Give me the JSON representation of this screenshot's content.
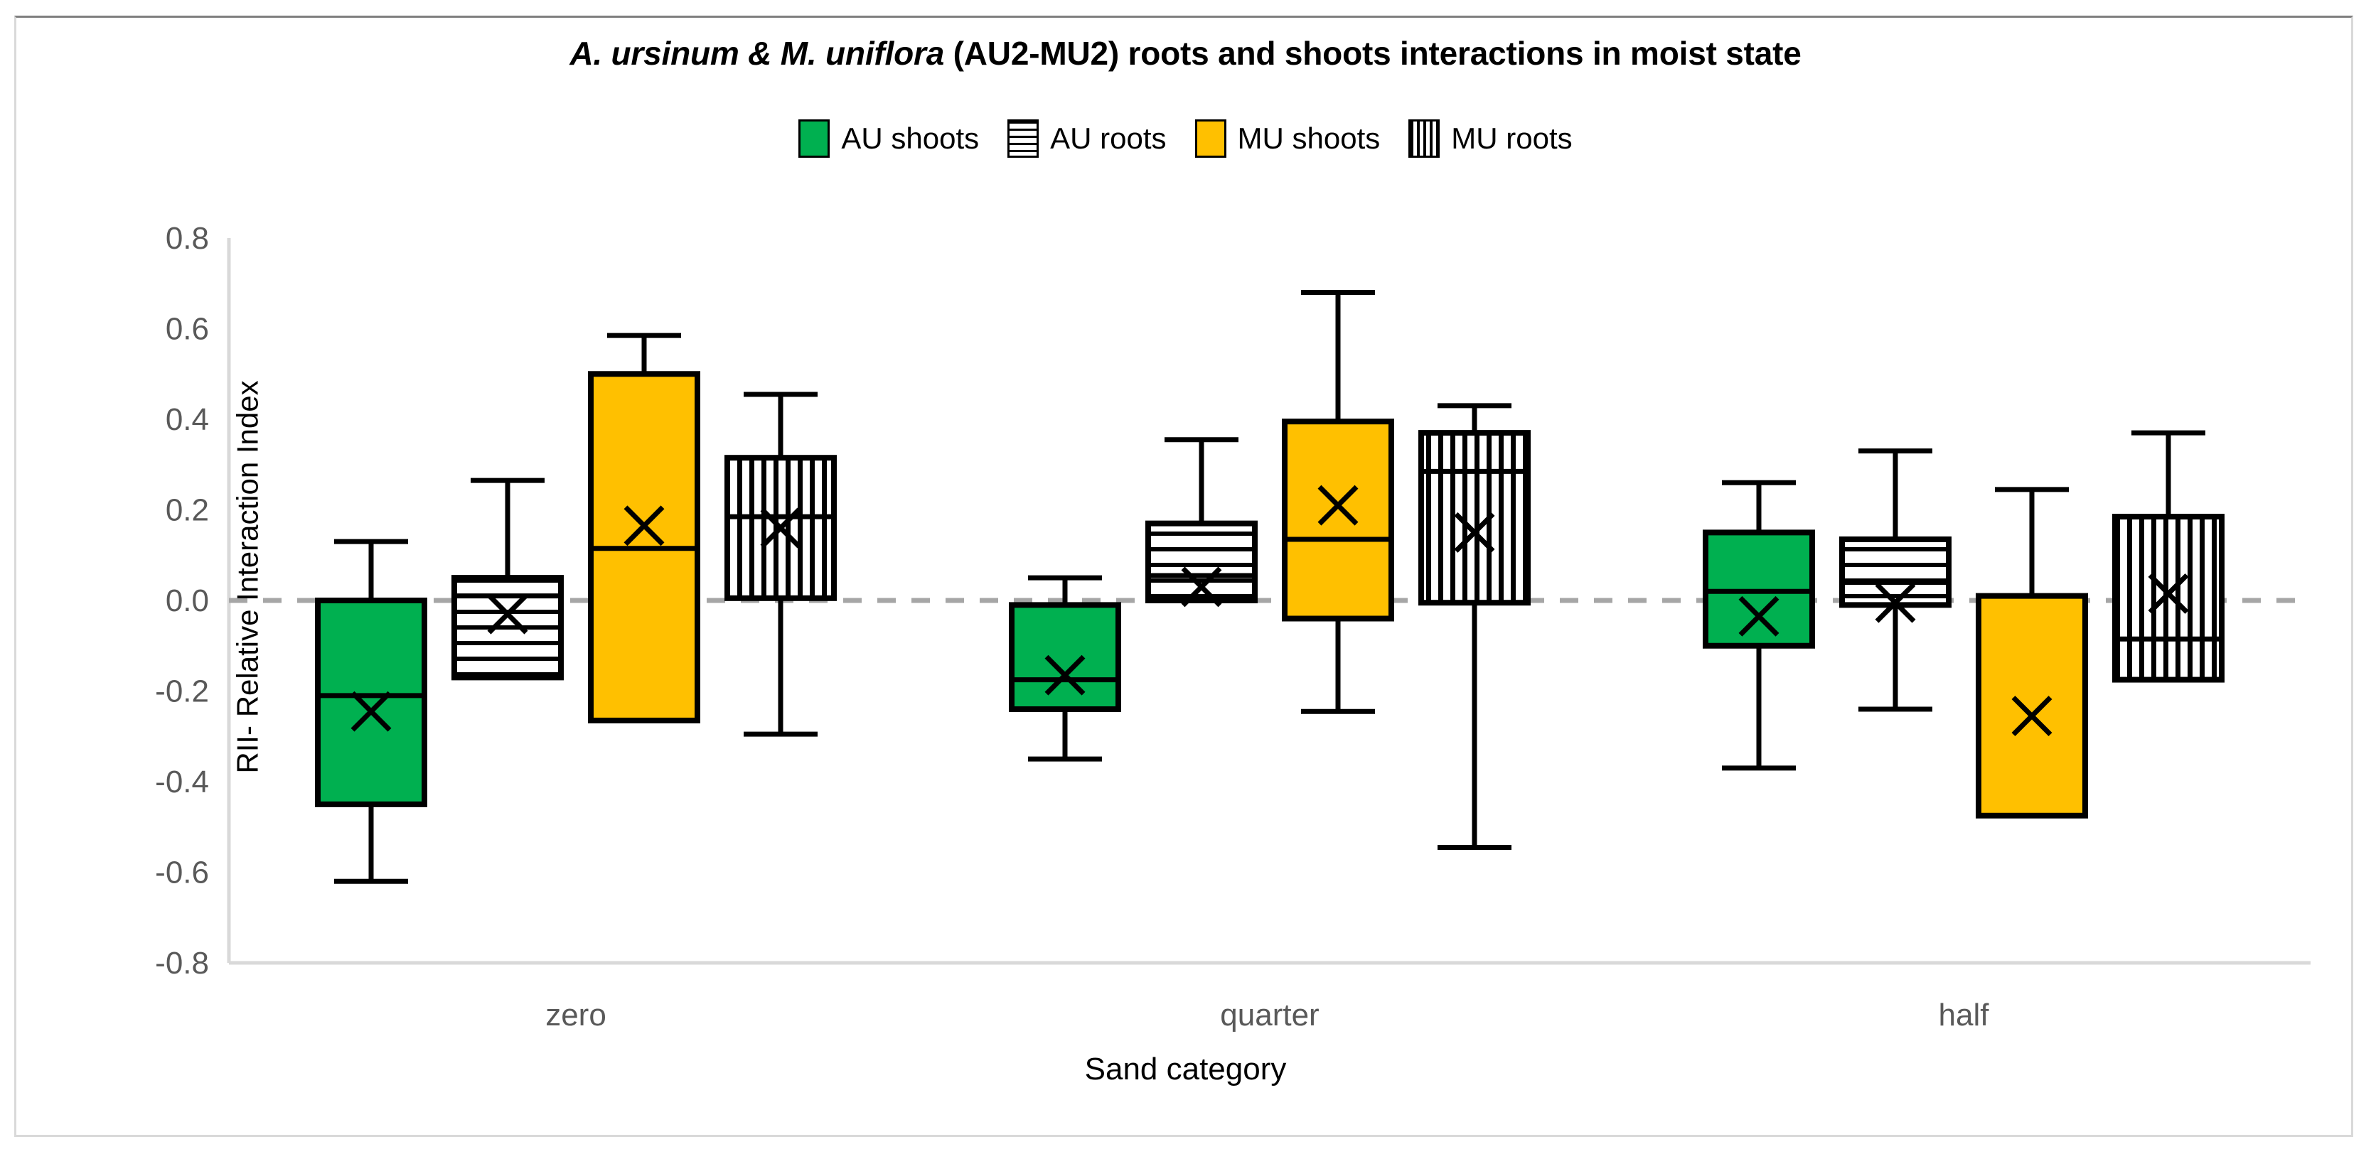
{
  "chart_data": {
    "type": "box",
    "title": "A. ursinum & M. uniflora (AU2-MU2) roots and shoots interactions in moist state",
    "title_italic_part": "A. ursinum & M. uniflora",
    "title_rest_part": " (AU2-MU2) roots and shoots interactions in moist state",
    "xlabel": "Sand category",
    "ylabel": "RII- Relative Interaction Index",
    "categories": [
      "zero",
      "quarter",
      "half"
    ],
    "ylim": [
      -0.8,
      0.8
    ],
    "ytick_labels": [
      "0.8",
      "0.6",
      "0.4",
      "0.2",
      "0.0",
      "-0.2",
      "-0.4",
      "-0.6",
      "-0.8"
    ],
    "ytick_values": [
      0.8,
      0.6,
      0.4,
      0.2,
      0.0,
      -0.2,
      -0.4,
      -0.6,
      -0.8
    ],
    "grid": false,
    "zero_reference_line": 0.0,
    "legend_position": "top",
    "legend": [
      {
        "label": "AU shoots",
        "fill": "#00b050",
        "pattern": "solid"
      },
      {
        "label": "AU roots",
        "fill": "#ffffff",
        "pattern": "horizontal-stripes"
      },
      {
        "label": "MU shoots",
        "fill": "#ffc000",
        "pattern": "solid"
      },
      {
        "label": "MU roots",
        "fill": "#ffffff",
        "pattern": "vertical-stripes"
      }
    ],
    "series": [
      {
        "name": "AU shoots",
        "fill": "#00b050",
        "pattern": "solid",
        "boxes": [
          {
            "category": "zero",
            "whisker_low": -0.62,
            "q1": -0.45,
            "median": -0.21,
            "q3": 0.0,
            "whisker_high": 0.13,
            "mean": -0.245
          },
          {
            "category": "quarter",
            "whisker_low": -0.35,
            "q1": -0.24,
            "median": -0.175,
            "q3": -0.01,
            "whisker_high": 0.05,
            "mean": -0.165
          },
          {
            "category": "half",
            "whisker_low": -0.37,
            "q1": -0.1,
            "median": 0.02,
            "q3": 0.15,
            "whisker_high": 0.26,
            "mean": -0.035
          }
        ]
      },
      {
        "name": "AU roots",
        "fill": "#ffffff",
        "pattern": "horizontal-stripes",
        "boxes": [
          {
            "category": "zero",
            "whisker_low": -0.17,
            "q1": -0.17,
            "median": 0.01,
            "q3": 0.05,
            "whisker_high": 0.265,
            "mean": -0.03
          },
          {
            "category": "quarter",
            "whisker_low": 0.0,
            "q1": 0.0,
            "median": 0.055,
            "q3": 0.17,
            "whisker_high": 0.355,
            "mean": 0.03
          },
          {
            "category": "half",
            "whisker_low": -0.24,
            "q1": -0.01,
            "median": 0.04,
            "q3": 0.135,
            "whisker_high": 0.33,
            "mean": -0.005
          }
        ]
      },
      {
        "name": "MU shoots",
        "fill": "#ffc000",
        "pattern": "solid",
        "boxes": [
          {
            "category": "zero",
            "whisker_low": -0.265,
            "q1": -0.265,
            "median": 0.115,
            "q3": 0.5,
            "whisker_high": 0.585,
            "mean": 0.165
          },
          {
            "category": "quarter",
            "whisker_low": -0.245,
            "q1": -0.04,
            "median": 0.135,
            "q3": 0.395,
            "whisker_high": 0.68,
            "mean": 0.21
          },
          {
            "category": "half",
            "whisker_low": -0.475,
            "q1": -0.475,
            "median": 0.01,
            "q3": 0.01,
            "whisker_high": 0.245,
            "mean": -0.255
          }
        ]
      },
      {
        "name": "MU roots",
        "fill": "#ffffff",
        "pattern": "vertical-stripes",
        "boxes": [
          {
            "category": "zero",
            "whisker_low": -0.295,
            "q1": 0.005,
            "median": 0.185,
            "q3": 0.315,
            "whisker_high": 0.455,
            "mean": 0.16
          },
          {
            "category": "quarter",
            "whisker_low": -0.545,
            "q1": -0.005,
            "median": 0.285,
            "q3": 0.37,
            "whisker_high": 0.43,
            "mean": 0.15
          },
          {
            "category": "half",
            "whisker_low": -0.175,
            "q1": -0.175,
            "median": -0.085,
            "q3": 0.185,
            "whisker_high": 0.37,
            "mean": 0.015
          }
        ]
      }
    ]
  },
  "colors": {
    "green": "#00b050",
    "orange": "#ffc000",
    "outline": "#000000",
    "axis": "#d9d9d9",
    "zero_line": "#a6a6a6",
    "tick_text": "#595959"
  }
}
